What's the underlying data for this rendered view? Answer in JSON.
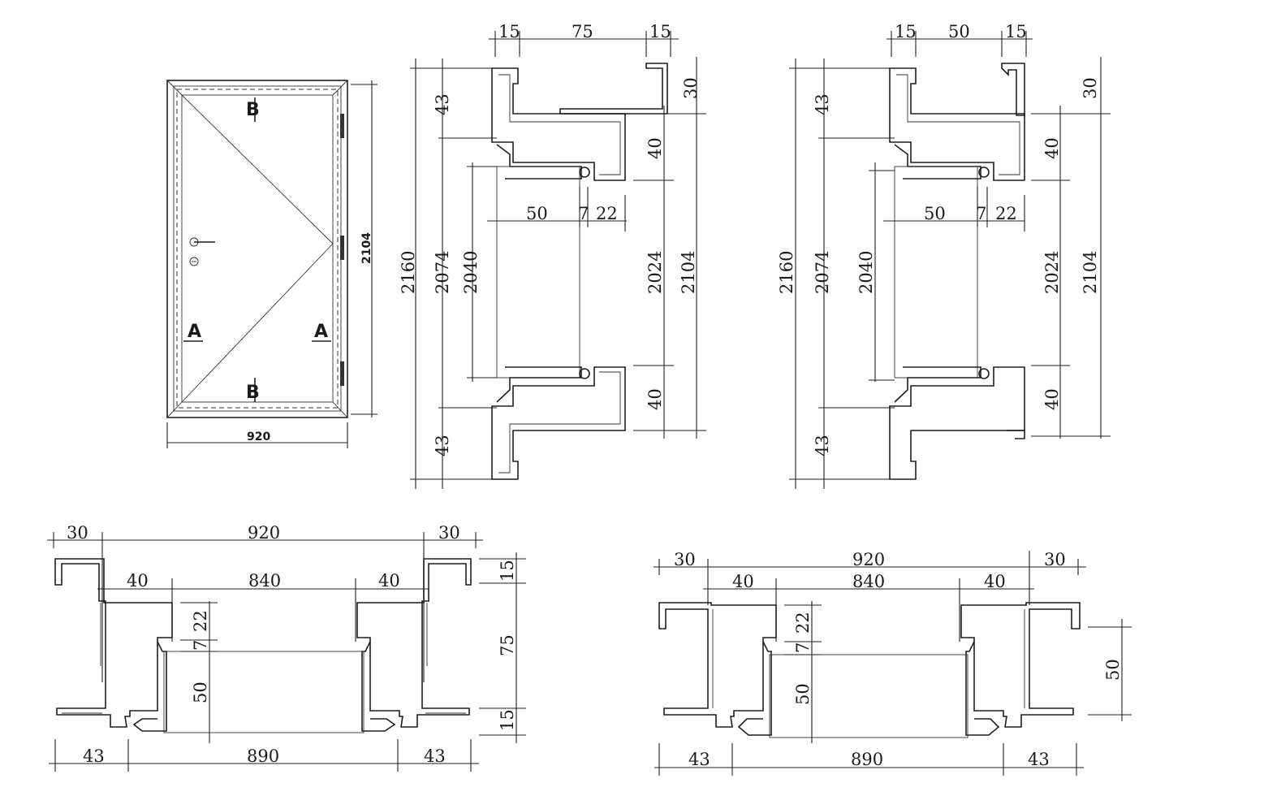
{
  "elevation": {
    "width": "920",
    "height": "2104",
    "section_marks": [
      "B",
      "B",
      "A",
      "A"
    ]
  },
  "section1": {
    "top_widths": [
      "15",
      "75",
      "15"
    ],
    "left_dims": [
      "43",
      "2160",
      "2074",
      "2040",
      "43"
    ],
    "inner_dims": [
      "50",
      "7",
      "22"
    ],
    "right_dims": [
      "30",
      "40",
      "2024",
      "2104",
      "40"
    ]
  },
  "section2": {
    "top_widths": [
      "15",
      "50",
      "15"
    ],
    "left_dims": [
      "43",
      "2160",
      "2074",
      "2040",
      "43"
    ],
    "inner_dims": [
      "50",
      "7",
      "22"
    ],
    "right_dims": [
      "30",
      "40",
      "2024",
      "2104",
      "40"
    ]
  },
  "plan1": {
    "top_outer": [
      "30",
      "920",
      "30"
    ],
    "top_inner": [
      "40",
      "840",
      "40"
    ],
    "vert_left": [
      "22",
      "7",
      "50"
    ],
    "right_dims": [
      "15",
      "75",
      "15"
    ],
    "bottom": [
      "43",
      "890",
      "43"
    ]
  },
  "plan2": {
    "top_outer": [
      "30",
      "920",
      "30"
    ],
    "top_inner": [
      "40",
      "840",
      "40"
    ],
    "vert_left": [
      "22",
      "7",
      "50"
    ],
    "right_dims": [
      "50"
    ],
    "bottom": [
      "43",
      "890",
      "43"
    ]
  }
}
